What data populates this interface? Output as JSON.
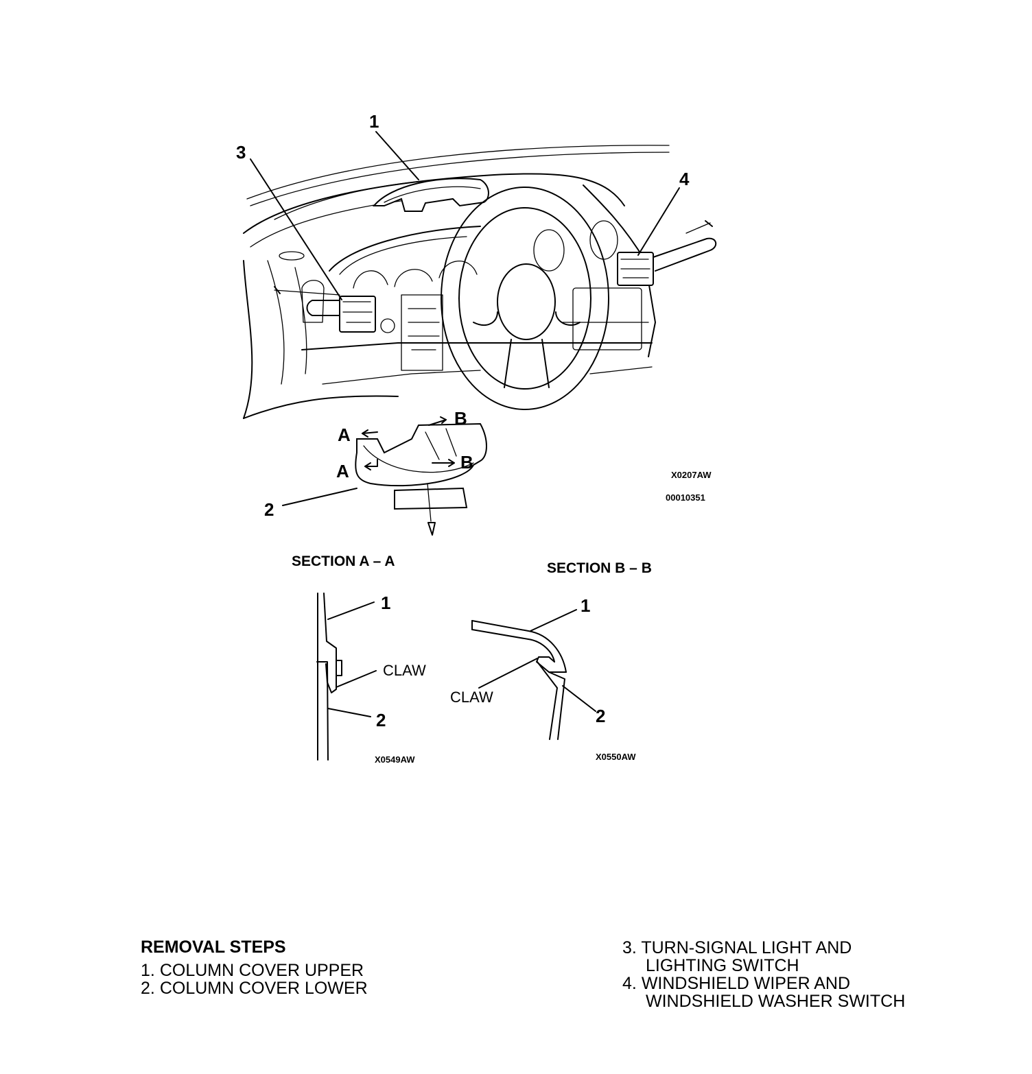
{
  "callouts": {
    "upper_cover": "1",
    "lower_cover": "2",
    "lighting_switch": "3",
    "wiper_switch": "4",
    "section_a_upper": "1",
    "section_a_lower": "2",
    "section_b_upper": "1",
    "section_b_lower": "2"
  },
  "section_markers": {
    "a": "A",
    "b": "B"
  },
  "figure_codes": {
    "main": "X0207AW",
    "main_id": "00010351",
    "section_a": "X0549AW",
    "section_b": "X0550AW"
  },
  "sections": {
    "a_title": "SECTION A – A",
    "b_title": "SECTION B – B",
    "claw_label": "CLAW"
  },
  "removal": {
    "heading": "REMOVAL STEPS",
    "steps": [
      {
        "number": "1.",
        "lines": [
          "COLUMN COVER UPPER"
        ]
      },
      {
        "number": "2.",
        "lines": [
          "COLUMN COVER LOWER"
        ]
      },
      {
        "number": "3.",
        "lines": [
          "TURN-SIGNAL LIGHT AND",
          "LIGHTING SWITCH"
        ]
      },
      {
        "number": "4.",
        "lines": [
          "WINDSHIELD WIPER AND",
          "WINDSHIELD WASHER SWITCH"
        ]
      }
    ]
  }
}
